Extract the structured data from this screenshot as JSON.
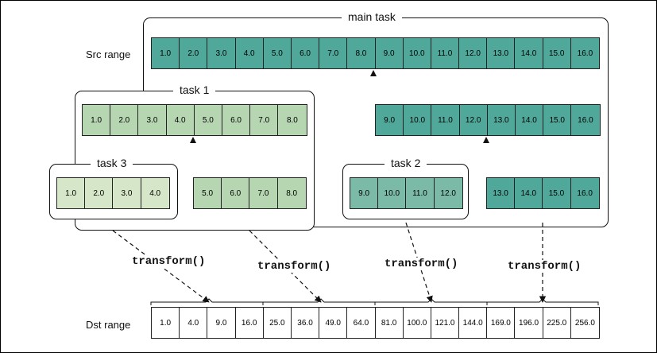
{
  "labels": {
    "src_range": "Src range",
    "dst_range": "Dst range",
    "main_task": "main task",
    "task1": "task 1",
    "task2": "task 2",
    "task3": "task 3",
    "transform": "transform()"
  },
  "colors": {
    "teal_dark": "#4fa89a",
    "teal_mid": "#7cbaa8",
    "green_light": "#b6d6b2",
    "green_pale": "#d6e6c8",
    "border": "#111111"
  },
  "src": [
    "1.0",
    "2.0",
    "3.0",
    "4.0",
    "5.0",
    "6.0",
    "7.0",
    "8.0",
    "9.0",
    "10.0",
    "11.0",
    "12.0",
    "13.0",
    "14.0",
    "15.0",
    "16.0"
  ],
  "task1_cells": [
    "1.0",
    "2.0",
    "3.0",
    "4.0",
    "5.0",
    "6.0",
    "7.0",
    "8.0"
  ],
  "right_half": [
    "9.0",
    "10.0",
    "11.0",
    "12.0",
    "13.0",
    "14.0",
    "15.0",
    "16.0"
  ],
  "task3_cells": [
    "1.0",
    "2.0",
    "3.0",
    "4.0"
  ],
  "task1_rest": [
    "5.0",
    "6.0",
    "7.0",
    "8.0"
  ],
  "task2_cells": [
    "9.0",
    "10.0",
    "11.0",
    "12.0"
  ],
  "main_rest": [
    "13.0",
    "14.0",
    "15.0",
    "16.0"
  ],
  "dst": [
    "1.0",
    "4.0",
    "9.0",
    "16.0",
    "25.0",
    "36.0",
    "49.0",
    "64.0",
    "81.0",
    "100.0",
    "121.0",
    "144.0",
    "169.0",
    "196.0",
    "225.0",
    "256.0"
  ]
}
